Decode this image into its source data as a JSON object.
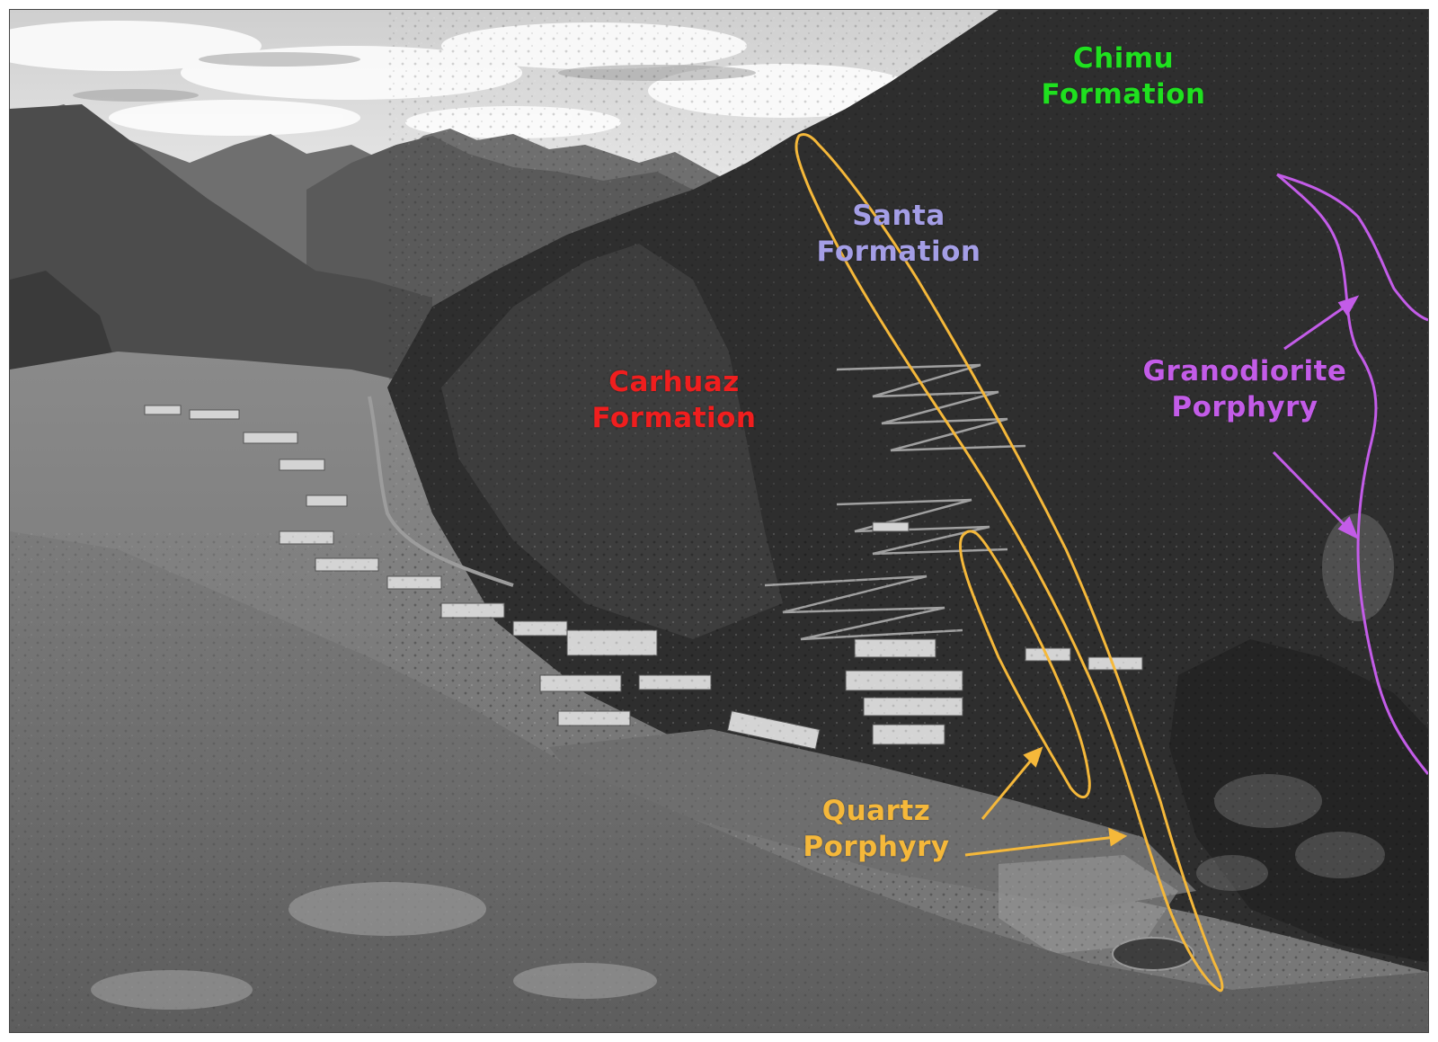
{
  "colors": {
    "chimu": "#1fe01f",
    "santa": "#a49ee6",
    "carhuaz": "#f01e1e",
    "quartz": "#f5b83a",
    "granodiorite": "#c35ce8"
  },
  "labels": {
    "chimu": [
      "Chimu",
      "Formation"
    ],
    "santa": [
      "Santa",
      "Formation"
    ],
    "carhuaz": [
      "Carhuaz",
      "Formation"
    ],
    "quartz": [
      "Quartz",
      "Porphyry"
    ],
    "granodiorite": [
      "Granodiorite",
      "Porphyry"
    ]
  }
}
